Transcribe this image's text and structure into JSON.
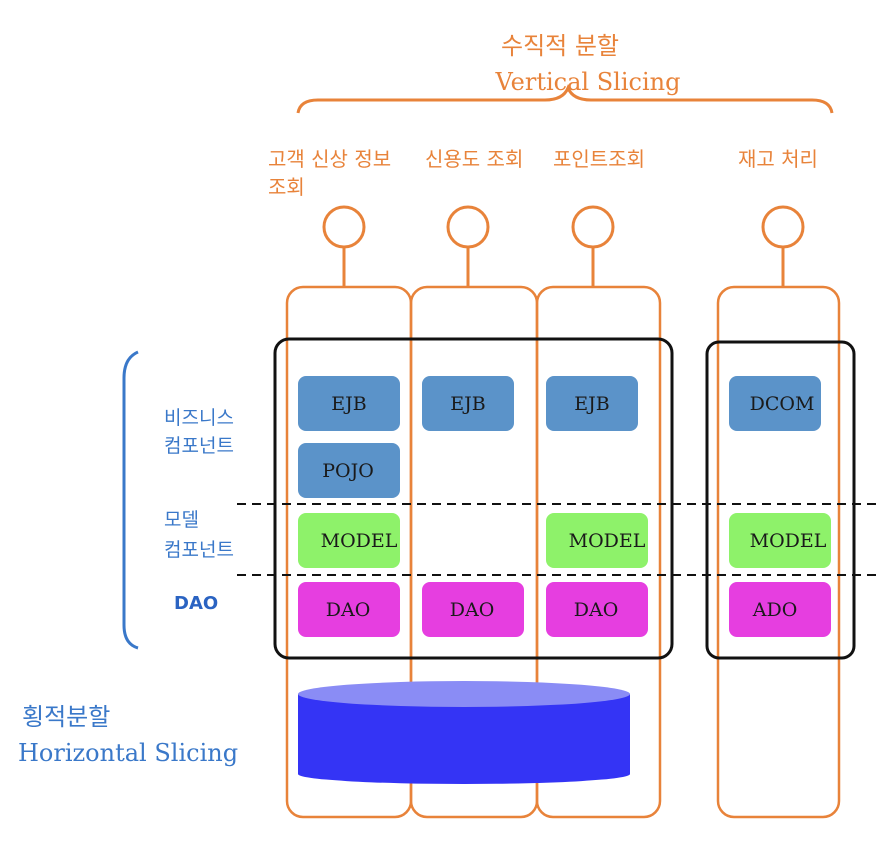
{
  "vertical": {
    "korean": "수직적 분할",
    "english": "Vertical Slicing"
  },
  "horizontal": {
    "korean": "횡적분할",
    "english": "Horizontal Slicing"
  },
  "layers": {
    "business": [
      "비즈니스",
      "컴포넌트"
    ],
    "model": [
      "모델",
      "컴포넌트"
    ],
    "dao": "DAO"
  },
  "columns": [
    {
      "title": [
        "고객 신상 정보",
        "조회"
      ],
      "components": {
        "ejb": "EJB",
        "pojo": "POJO",
        "model": "MODEL",
        "dao": "DAO"
      }
    },
    {
      "title": [
        "신용도 조회"
      ],
      "components": {
        "ejb": "EJB",
        "dao": "DAO"
      }
    },
    {
      "title": [
        "포인트조회"
      ],
      "components": {
        "ejb": "EJB",
        "model": "MODEL",
        "dao": "DAO"
      }
    },
    {
      "title": [
        "재고 처리"
      ],
      "components": {
        "ejb": "DCOM",
        "model": "MODEL",
        "dao": "ADO"
      }
    }
  ],
  "colors": {
    "column_border": "#e8833a",
    "ejb": "#5b93c9",
    "model": "#8ef26a",
    "dao": "#e63ee0",
    "database": "#3434f5",
    "database_top": "#8a8cf5",
    "group_border": "#111111",
    "brace": "#3a78c9"
  }
}
